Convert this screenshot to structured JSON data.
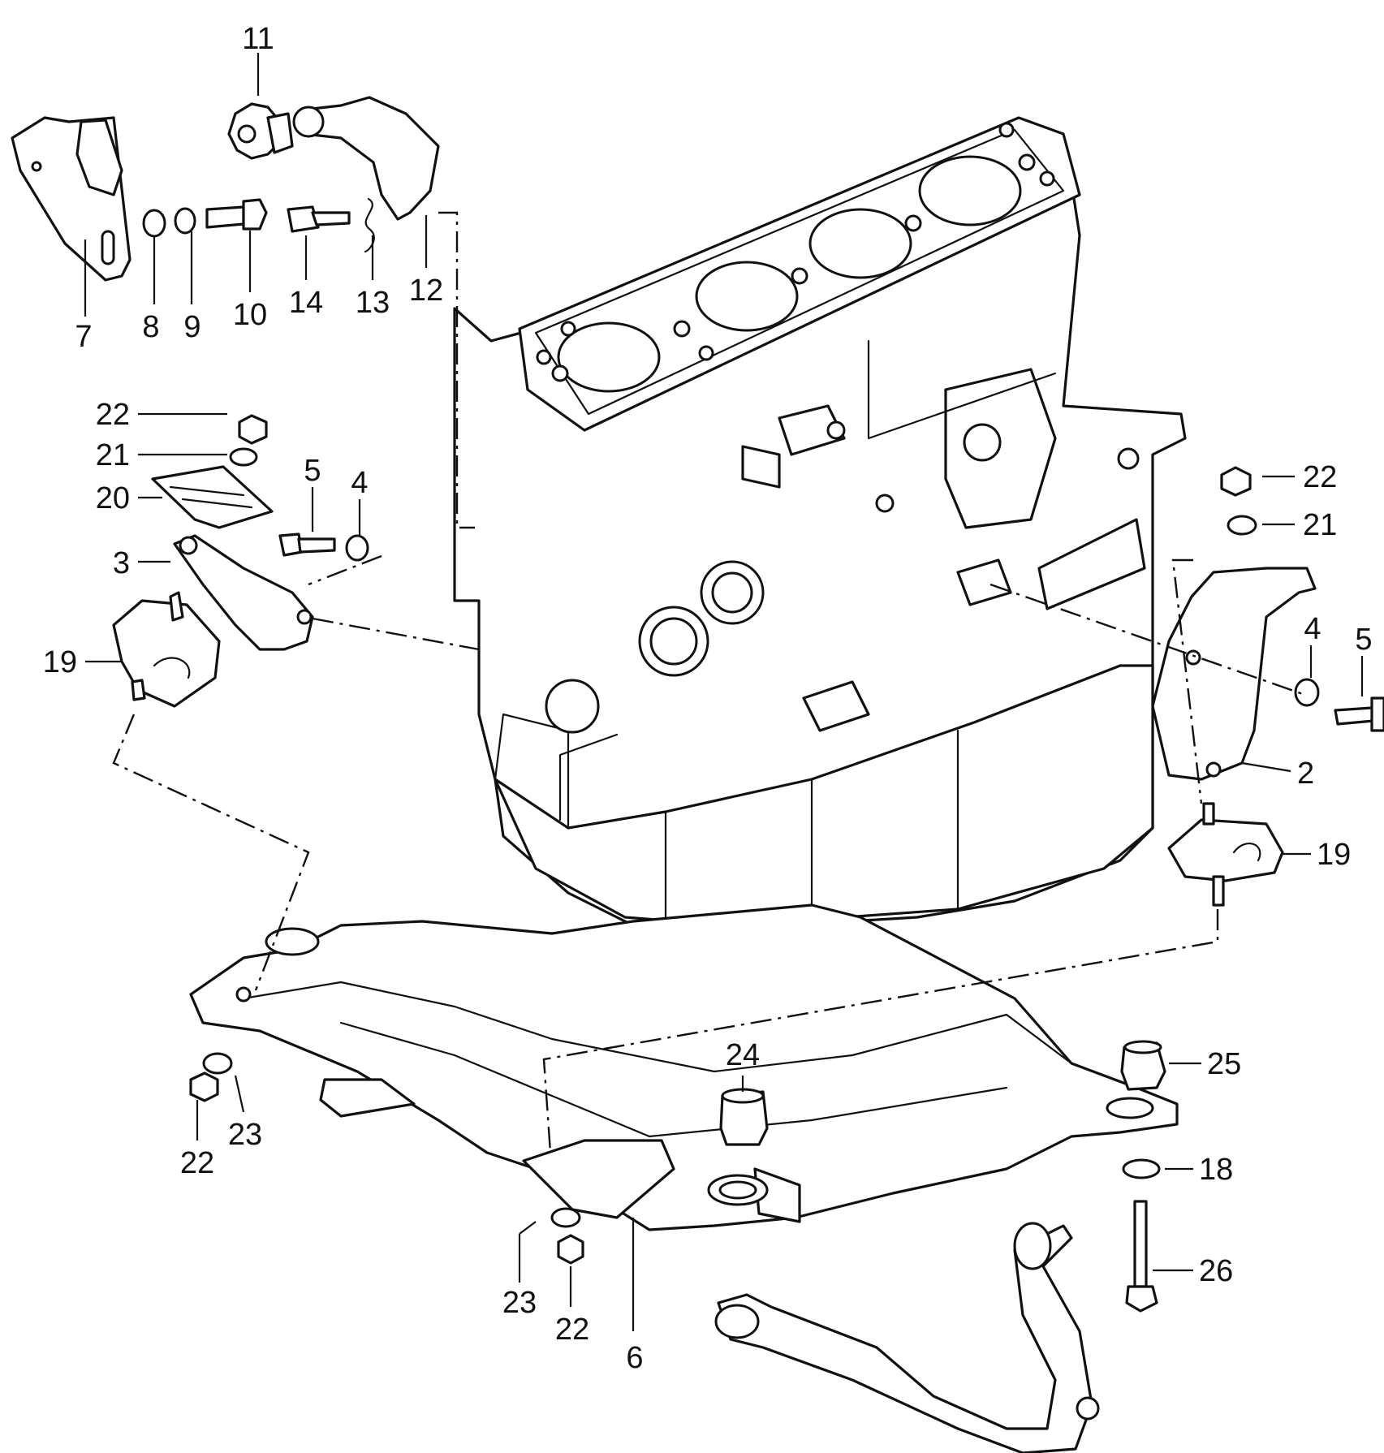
{
  "callouts": {
    "c2": "2",
    "c3": "3",
    "c4a": "4",
    "c4b": "4",
    "c5a": "5",
    "c5b": "5",
    "c6": "6",
    "c7": "7",
    "c8": "8",
    "c9": "9",
    "c10": "10",
    "c11": "11",
    "c12": "12",
    "c13": "13",
    "c14": "14",
    "c18": "18",
    "c19a": "19",
    "c19b": "19",
    "c20": "20",
    "c21a": "21",
    "c21b": "21",
    "c22a": "22",
    "c22b": "22",
    "c22c": "22",
    "c22d": "22",
    "c23a": "23",
    "c23b": "23",
    "c24": "24",
    "c25": "25",
    "c26": "26"
  }
}
